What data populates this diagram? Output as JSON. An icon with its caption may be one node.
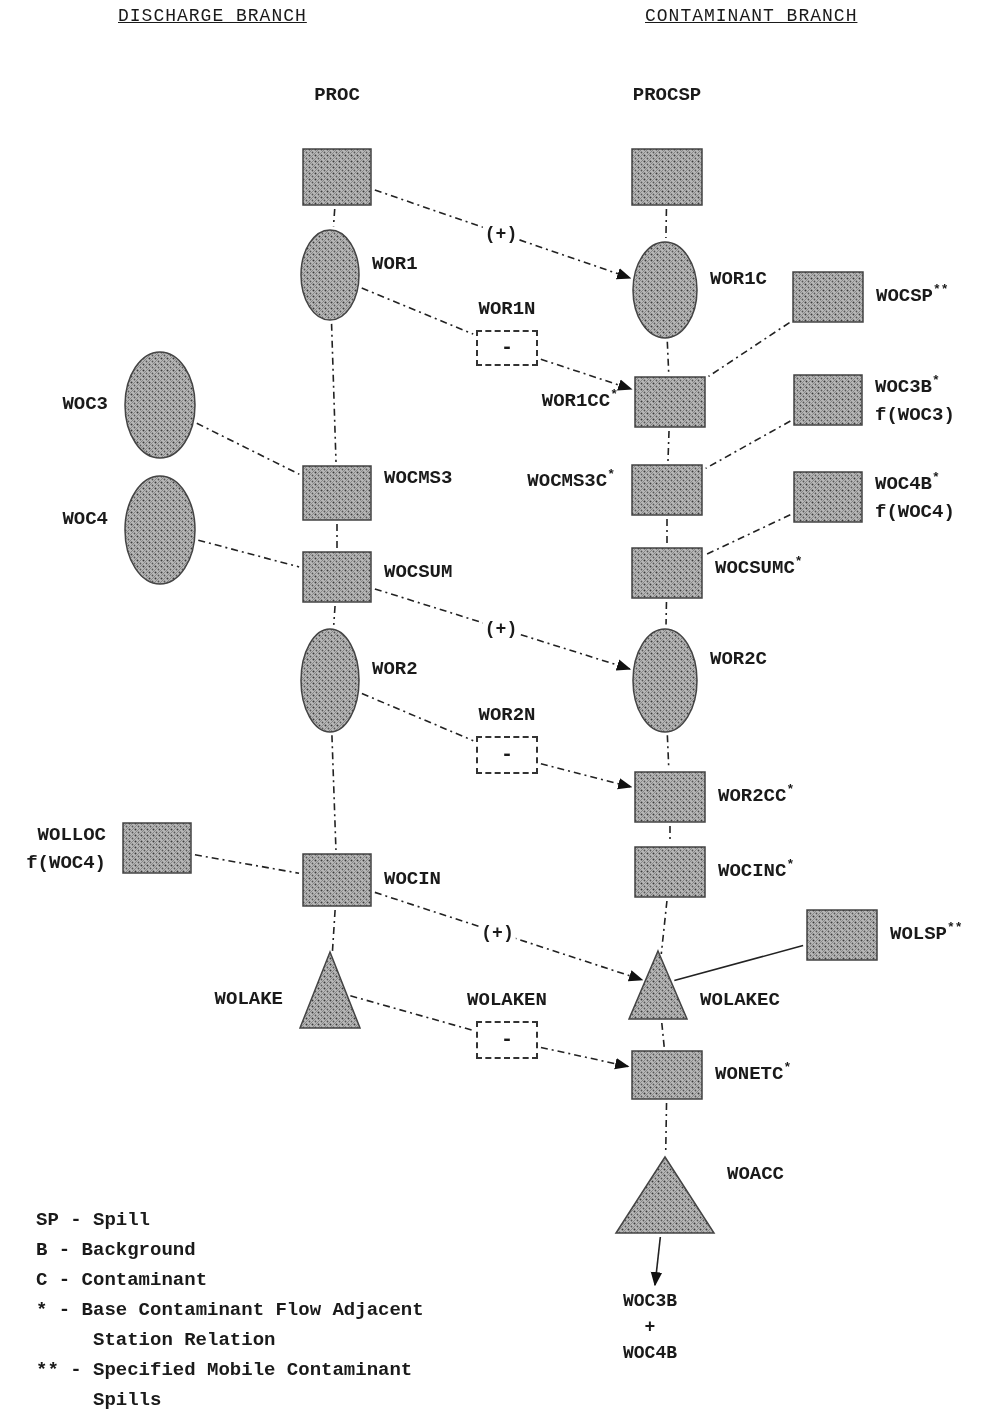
{
  "diagram": {
    "nodes": [
      {
        "text": [],
        "shape": "box",
        "beside": [
          "PROC"
        ]
      },
      {
        "text": [],
        "shape": "box",
        "beside": [
          "PROCSP"
        ]
      },
      {
        "text": [],
        "shape": "ellipse",
        "beside": [
          "WOR1"
        ]
      },
      {
        "text": [],
        "shape": "ellipse",
        "beside": [
          "WOR1C"
        ]
      },
      {
        "text": [
          "-"
        ],
        "beside": [
          "WOR1N"
        ]
      },
      {
        "text": [],
        "shape": "box",
        "beside": [
          "WOCSP$^{**}$"
        ]
      },
      {
        "text": [],
        "shape": "ellipse",
        "beside": [
          "WOC3"
        ]
      },
      {
        "text": [],
        "shape": "box",
        "beside": [
          "WOR1CC$^{*}$"
        ]
      },
      {
        "text": [],
        "shape": "box",
        "beside": [
          "WOC3B$^{*}$",
          "f(WOC3)"
        ]
      },
      {
        "text": [],
        "shape": "box",
        "beside": [
          "WOCMS3"
        ]
      },
      {
        "text": [],
        "shape": "box",
        "beside": [
          "WOCMS3C$^{*}$"
        ]
      },
      {
        "text": [],
        "shape": "ellipse",
        "beside": [
          "WOC4"
        ]
      },
      {
        "text": [],
        "shape": "box",
        "beside": [
          "WOC4B$^{*}$",
          "f(WOC4)"
        ]
      },
      {
        "text": [],
        "shape": "box",
        "beside": [
          "WOCSUM"
        ]
      },
      {
        "text": [],
        "shape": "box",
        "beside": [
          "WOCSUMC$^{*}$"
        ]
      },
      {
        "text": [],
        "shape": "ellipse",
        "beside": [
          "WOR2"
        ]
      },
      {
        "text": [],
        "shape": "ellipse",
        "beside": [
          "WOR2C"
        ]
      },
      {
        "text": [
          "-"
        ],
        "beside": [
          "WOR2N"
        ]
      },
      {
        "text": [],
        "shape": "box",
        "beside": [
          "WOLLOC",
          "f(WOC4)"
        ]
      },
      {
        "text": [],
        "shape": "box",
        "beside": [
          "WOR2CC$^{*}$"
        ]
      },
      {
        "text": [],
        "shape": "box",
        "beside": [
          "WOCIN"
        ]
      },
      {
        "text": [],
        "shape": "box",
        "beside": [
          "WOCINC$^{*}$"
        ]
      },
      {
        "text": [],
        "shape": "box",
        "beside": [
          "WOLSP$^{**}$"
        ]
      },
      {
        "text": [],
        "shape": "triangle",
        "beside": [
          "WOLAKE"
        ]
      },
      {
        "text": [],
        "shape": "triangle",
        "beside": [
          "WOLAKEC"
        ]
      },
      {
        "text": [
          "-"
        ],
        "beside": [
          "WOLAKEN"
        ]
      },
      {
        "text": [],
        "shape": "box",
        "beside": [
          "WONETC$^{*}$"
        ]
      },
      {
        "text": [],
        "shape": "triangle",
        "beside": [
          "WOACC"
        ]
      },
      {
        "text": [
          "WOC3B + WOC4B"
        ]
      }
    ],
    "edges": [
      {
        "from": 0,
        "to": 2,
        "arrow": "none",
        "style": "dashed"
      },
      {
        "from": 2,
        "to": 9,
        "arrow": "none",
        "style": "dashed"
      },
      {
        "from": 9,
        "to": 13,
        "arrow": "none",
        "style": "dashed"
      },
      {
        "from": 13,
        "to": 15,
        "arrow": "none",
        "style": "dashed"
      },
      {
        "from": 15,
        "to": 20,
        "arrow": "none",
        "style": "dashed"
      },
      {
        "from": 20,
        "to": 23,
        "arrow": "none",
        "style": "dashed"
      },
      {
        "from": 1,
        "to": 3,
        "arrow": "none",
        "style": "dashed"
      },
      {
        "from": 3,
        "to": 7,
        "arrow": "none",
        "style": "dashed"
      },
      {
        "from": 7,
        "to": 10,
        "arrow": "none",
        "style": "dashed"
      },
      {
        "from": 10,
        "to": 14,
        "arrow": "none",
        "style": "dashed"
      },
      {
        "from": 14,
        "to": 16,
        "arrow": "none",
        "style": "dashed"
      },
      {
        "from": 16,
        "to": 19,
        "arrow": "none",
        "style": "dashed"
      },
      {
        "from": 19,
        "to": 21,
        "arrow": "none",
        "style": "dashed"
      },
      {
        "from": 21,
        "to": 24,
        "arrow": "none",
        "style": "dashed"
      },
      {
        "from": 24,
        "to": 26,
        "arrow": "none",
        "style": "dashed"
      },
      {
        "from": 26,
        "to": 27,
        "arrow": "none",
        "style": "dashed"
      },
      {
        "from": 27,
        "to": 28,
        "arrow": "to"
      },
      {
        "from": 0,
        "to": 3,
        "arrow": "to",
        "label": "(+)",
        "style": "dashed"
      },
      {
        "from": 2,
        "to": 4,
        "arrow": "none",
        "style": "dashed"
      },
      {
        "from": 4,
        "to": 7,
        "arrow": "to",
        "style": "dashed"
      },
      {
        "from": 5,
        "to": 7,
        "arrow": "none",
        "style": "dashed"
      },
      {
        "from": 6,
        "to": 9,
        "arrow": "none",
        "style": "dashed"
      },
      {
        "from": 8,
        "to": 10,
        "arrow": "none",
        "style": "dashed"
      },
      {
        "from": 11,
        "to": 13,
        "arrow": "none",
        "style": "dashed"
      },
      {
        "from": 12,
        "to": 14,
        "arrow": "none",
        "style": "dashed"
      },
      {
        "from": 13,
        "to": 16,
        "arrow": "to",
        "label": "(+)",
        "style": "dashed"
      },
      {
        "from": 15,
        "to": 17,
        "arrow": "none",
        "style": "dashed"
      },
      {
        "from": 17,
        "to": 19,
        "arrow": "to",
        "style": "dashed"
      },
      {
        "from": 18,
        "to": 20,
        "arrow": "none",
        "style": "dashed"
      },
      {
        "from": 20,
        "to": 24,
        "arrow": "to",
        "label": "(+)",
        "style": "dashed"
      },
      {
        "from": 22,
        "to": 24,
        "arrow": "none"
      },
      {
        "from": 23,
        "to": 25,
        "arrow": "none",
        "style": "dashed"
      },
      {
        "from": 25,
        "to": 26,
        "arrow": "to",
        "style": "dashed"
      }
    ],
    "labels": [
      "DISCHARGE BRANCH",
      "CONTAMINANT BRANCH",
      "SP - Spill",
      "B - Background",
      "C - Contaminant",
      "* - Base Contaminant Flow Adjacent Station Relation",
      "** - Specified Mobile Contaminant Spills"
    ]
  }
}
